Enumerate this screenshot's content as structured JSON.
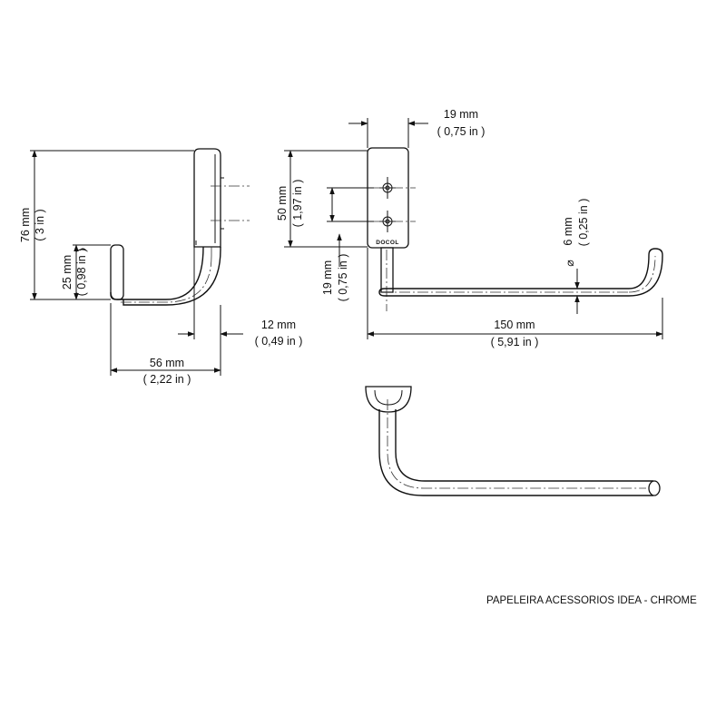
{
  "document": {
    "title": "PAPELEIRA ACESSORIOS IDEA - CHROME",
    "brand_mark": "DOCOL"
  },
  "side_view": {
    "height_mm": "76 mm",
    "height_in": "( 3 in )",
    "tube_height_mm": "25 mm",
    "tube_height_in": "( 0,98 in )",
    "depth_mm": "56 mm",
    "depth_in": "( 2,22 in )",
    "plate_mm": "12 mm",
    "plate_in": "( 0,49 in )"
  },
  "front_view": {
    "plate_width_mm": "19 mm",
    "plate_width_in": "( 0,75 in )",
    "hole_spacing_mm": "50 mm",
    "hole_spacing_in": "( 1,97 in )",
    "offset_mm": "19 mm",
    "offset_in": "( 0,75 in )",
    "diameter_symbol": "⌀",
    "diameter_mm": "6 mm",
    "diameter_in": "( 0,25 in )",
    "length_mm": "150 mm",
    "length_in": "( 5,91 in )"
  }
}
